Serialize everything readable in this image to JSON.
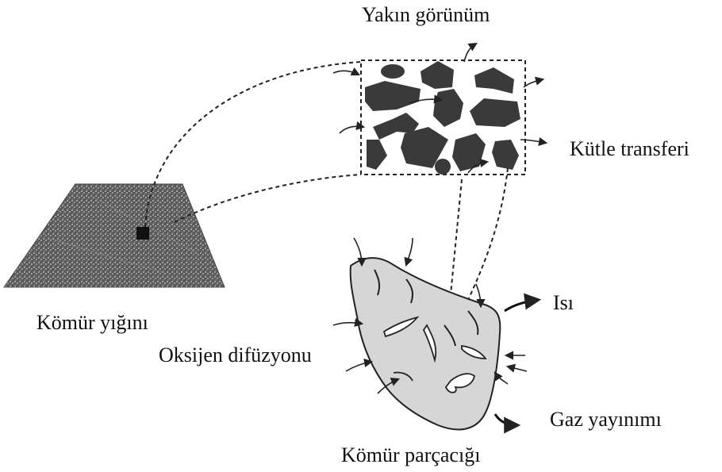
{
  "labels": {
    "close_up": "Yakın görünüm",
    "mass_transfer": "Kütle transferi",
    "coal_pile": "Kömür yığını",
    "heat": "Isı",
    "oxygen_diffusion": "Oksijen difüzyonu",
    "gas_emission": "Gaz yayınımı",
    "coal_particle": "Kömür parçacığı"
  },
  "colors": {
    "ink": "#111111",
    "coal_fill": "#3a3a3a",
    "particle_fill": "#d6d6d6",
    "pile_fill": "#5a5a5a"
  }
}
